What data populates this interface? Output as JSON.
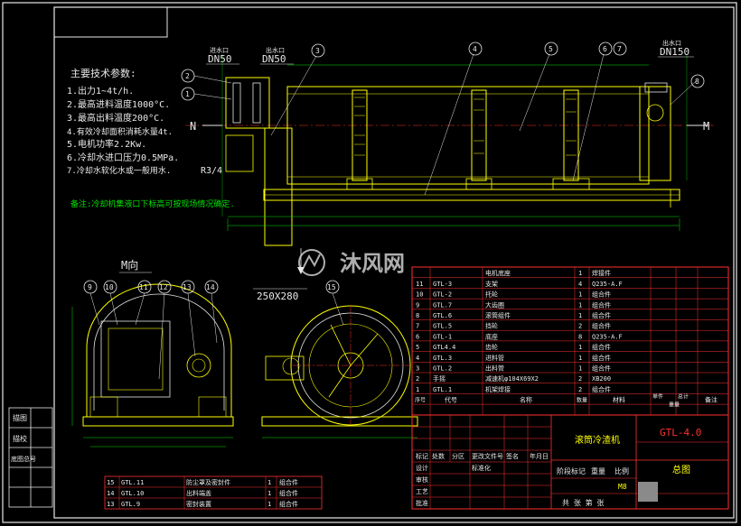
{
  "colors": {
    "background": "#000000",
    "frame": "#e8e8e8",
    "title_block": "#ff2020",
    "machine": "#ffff00",
    "annotation": "#00e000",
    "text": "#ffffff"
  },
  "tech_params": {
    "title": "主要技术参数:",
    "items": [
      "1.出力1~4t/h.",
      "2.最高进料温度1000°C.",
      "3.最高出料温度200°C.",
      "4.有效冷却面积消耗水量4t.",
      "5.电机功率2.2Kw.",
      "6.冷却水进口压力0.5MPa.",
      "7.冷却水软化水或一般用水."
    ],
    "note": "备注:冷却机集液口下标高可按现场情况确定."
  },
  "labels": {
    "dn_left1": "DN50",
    "dn_left2": "DN50",
    "dn_right": "DN150",
    "inlet_small": "进水口",
    "outlet_small": "出水口",
    "n_mark": "N",
    "m_mark": "M",
    "r34": "R3/4",
    "m_view": "M向",
    "flange": "250X280",
    "watermark": "沐风网"
  },
  "balloons": [
    "1",
    "2",
    "3",
    "4",
    "5",
    "6",
    "7",
    "8",
    "9",
    "10",
    "11",
    "12",
    "13",
    "14",
    "15"
  ],
  "bom": {
    "rows": [
      {
        "no": "11",
        "code": "GTL-3",
        "name": "支架",
        "qty": "4",
        "mat": "Q235-A.F"
      },
      {
        "no": "10",
        "code": "GTL-2",
        "name": "托轮",
        "qty": "1",
        "mat": "组合件"
      },
      {
        "no": "9",
        "code": "GTL.7",
        "name": "大齿圈",
        "qty": "1",
        "mat": "组合件"
      },
      {
        "no": "8",
        "code": "GTL.6",
        "name": "滚筒组件",
        "qty": "1",
        "mat": "组合件"
      },
      {
        "no": "7",
        "code": "GTL.5",
        "name": "挡轮",
        "qty": "2",
        "mat": "组合件"
      },
      {
        "no": "6",
        "code": "GTL-1",
        "name": "底座",
        "qty": "8",
        "mat": "Q235-A.F"
      },
      {
        "no": "5",
        "code": "GTL4.4",
        "name": "齿轮",
        "qty": "1",
        "mat": "组合件"
      },
      {
        "no": "4",
        "code": "GTL.3",
        "name": "进料管",
        "qty": "1",
        "mat": "组合件"
      },
      {
        "no": "3",
        "code": "GTL.2",
        "name": "出料管",
        "qty": "1",
        "mat": "组合件"
      },
      {
        "no": "2",
        "code": "手摇",
        "name": "减速机φ104X69X2",
        "qty": "2",
        "mat": "XB200"
      },
      {
        "no": "1",
        "code": "GTL.1",
        "name": "机架焊接",
        "qty": "2",
        "mat": "组合件"
      }
    ],
    "top_row": {
      "name": "电机底座",
      "qty": "1",
      "mat": "焊接件"
    },
    "header": {
      "no": "序号",
      "code": "代号",
      "name": "名称",
      "qty": "数量",
      "mat": "材料",
      "unit_w": "单件",
      "total_w": "总计",
      "weight": "重量",
      "remark": "备注"
    }
  },
  "lower_bom": {
    "rows": [
      {
        "no": "15",
        "code": "GTL.11",
        "name": "防尘罩及密封件",
        "qty": "1",
        "mat": "组合件"
      },
      {
        "no": "14",
        "code": "GTL.10",
        "name": "出料端盖",
        "qty": "1",
        "mat": "组合件"
      },
      {
        "no": "13",
        "code": "GTL.9",
        "name": "密封装置",
        "qty": "1",
        "mat": "组合件"
      }
    ]
  },
  "title_block": {
    "product_name": "滚筒冷渣机",
    "drawing_no": "GTL-4.0",
    "scale_label": "比例",
    "weight_label": "重量",
    "stage_label": "阶段标记",
    "drawing_type": "总图",
    "sheet": "共 张 第 张",
    "rows": [
      "标记",
      "处数",
      "分区",
      "更改文件号",
      "签名",
      "年月日"
    ],
    "roles": [
      "设计",
      "审核",
      "工艺",
      "批准",
      "标准化"
    ],
    "scale_value": "M8"
  },
  "side_stamps": [
    "描图",
    "描校",
    "底图总号"
  ]
}
